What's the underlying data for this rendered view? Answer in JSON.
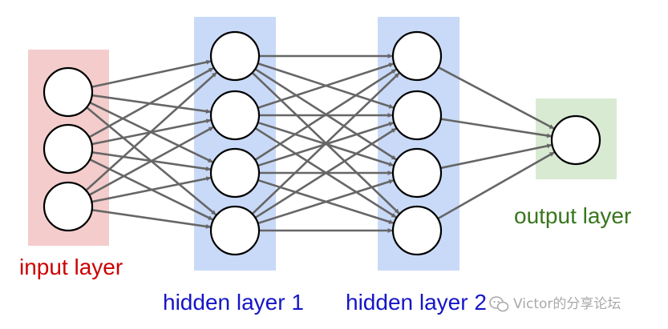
{
  "diagram": {
    "layers": [
      {
        "label": "input layer",
        "neurons": 3,
        "label_color": "#cc0000",
        "band_color": "#f4cccc"
      },
      {
        "label": "hidden layer 1",
        "neurons": 4,
        "label_color": "#1515c8",
        "band_color": "#c9daf8"
      },
      {
        "label": "hidden layer 2",
        "neurons": 4,
        "label_color": "#1515c8",
        "band_color": "#c9daf8"
      },
      {
        "label": "output layer",
        "neurons": 1,
        "label_color": "#38761d",
        "band_color": "#d9ead3"
      }
    ],
    "connections": "fully-connected",
    "edge_color": "#666666",
    "neuron_fill": "#ffffff",
    "neuron_stroke": "#000000"
  },
  "watermark": {
    "text": "Victor的分享论坛",
    "icon": "wechat-icon"
  }
}
